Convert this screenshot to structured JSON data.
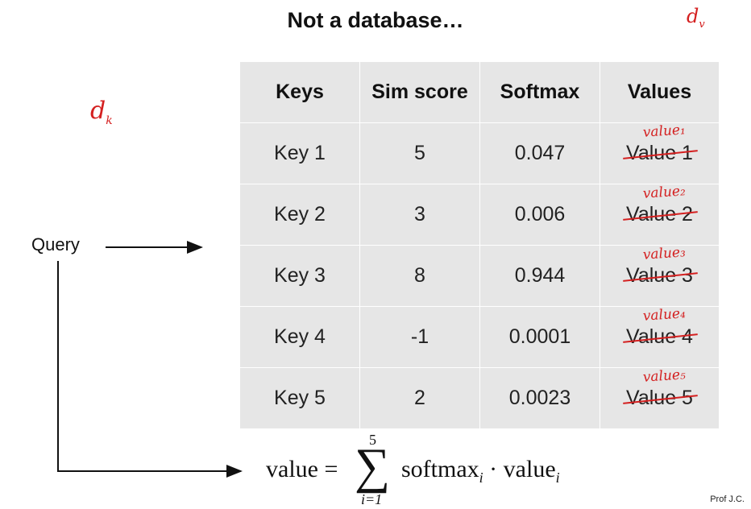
{
  "slide": {
    "title": "Not a database…",
    "credit": "Prof J.C.",
    "query_label": "Query"
  },
  "table": {
    "headers": [
      "Keys",
      "Sim score",
      "Softmax",
      "Values"
    ],
    "rows": [
      {
        "key": "Key 1",
        "sim": "5",
        "softmax": "0.047",
        "value": "Value 1",
        "annotation": "value₁"
      },
      {
        "key": "Key 2",
        "sim": "3",
        "softmax": "0.006",
        "value": "Value 2",
        "annotation": "value₂"
      },
      {
        "key": "Key 3",
        "sim": "8",
        "softmax": "0.944",
        "value": "Value 3",
        "annotation": "value₃"
      },
      {
        "key": "Key 4",
        "sim": "-1",
        "softmax": "0.0001",
        "value": "Value 4",
        "annotation": "value₄"
      },
      {
        "key": "Key 5",
        "sim": "2",
        "softmax": "0.0023",
        "value": "Value 5",
        "annotation": "value₅"
      }
    ]
  },
  "formula": {
    "lhs": "value =",
    "sum_upper": "5",
    "sum_lower": "i=1",
    "term1": "softmax",
    "term1_sub": "i",
    "dot": " · ",
    "term2": "value",
    "term2_sub": "i"
  },
  "annotations": {
    "dk": "d",
    "dk_sub": "k",
    "dv": "d",
    "dv_sub": "v"
  },
  "colors": {
    "table_bg": "#e6e6e6",
    "ink_red": "#d42020"
  }
}
